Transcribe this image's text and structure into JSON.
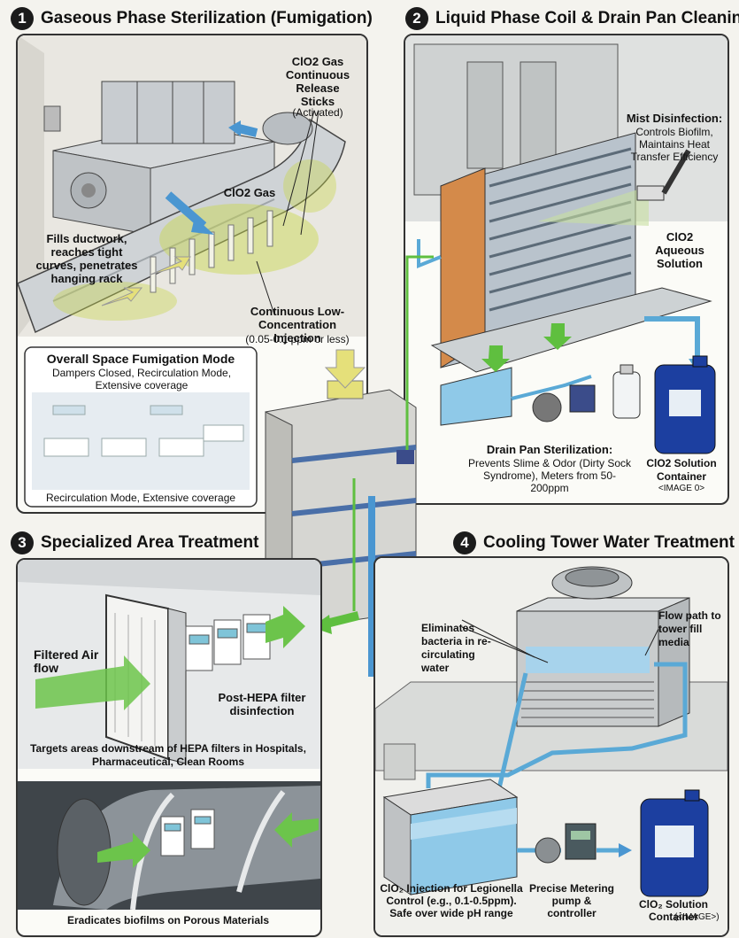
{
  "sections": {
    "s1": {
      "number": "1",
      "title": "Gaseous Phase Sterilization (Fumigation)",
      "sticks_label": "ClO2 Gas Continuous Release Sticks",
      "sticks_sub": "(Activated)",
      "gas_label": "ClO2 Gas",
      "fills_label": "Fills ductwork, reaches tight curves, penetrates hanging rack",
      "injection_label": "Continuous Low-Concentration Injection",
      "injection_range": "(0.05-0.1 ppm or less)",
      "mode_title": "Overall Space Fumigation Mode",
      "mode_sub": "Dampers Closed, Recirculation Mode, Extensive coverage",
      "mode_footer": "Recirculation Mode, Extensive coverage"
    },
    "s2": {
      "number": "2",
      "title": "Liquid Phase Coil & Drain Pan Cleaning",
      "mist_title": "Mist Disinfection:",
      "mist_sub": "Controls Biofilm, Maintains Heat Transfer Efficiency",
      "aqueous_label": "ClO2 Aqueous Solution",
      "drain_title": "Drain Pan Sterilization:",
      "drain_sub": "Prevents Slime & Odor (Dirty Sock Syndrome), Meters from 50-200ppm",
      "container_label": "ClO2 Solution Container",
      "container_tag": "<IMAGE 0>"
    },
    "s3": {
      "number": "3",
      "title": "Specialized Area Treatment",
      "airflow_label": "Filtered Air flow",
      "hepa_label": "Post-HEPA filter disinfection",
      "targets_label": "Targets areas downstream of HEPA filters in Hospitals, Pharmaceutical, Clean Rooms",
      "biofilm_label": "Eradicates biofilms on Porous Materials"
    },
    "s4": {
      "number": "4",
      "title": "Cooling Tower Water Treatment",
      "bacteria_label": "Eliminates bacteria in re-circulating water",
      "flow_label": "Flow path to tower fill media",
      "injection_label": "ClO₂ Injection for Legionella Control (e.g., 0.1-0.5ppm). Safe over wide pH range",
      "pump_label": "Precise Metering pump & controller",
      "container_label": "ClO₂ Solution Container",
      "container_tag": "(<IMAGE>)"
    }
  },
  "colors": {
    "duct": "#c9cdd1",
    "gas": "#c8d64a",
    "pipe": "#5aa9d6",
    "water": "#8fc9e8",
    "arrow_green": "#5fbf3f",
    "arrow_blue": "#4a96d1",
    "arrow_yellow": "#e5e07a",
    "container": "#1c3fa0"
  },
  "icons": [
    "number-badge",
    "ahu-unit",
    "duct",
    "coil",
    "spray-nozzle",
    "pump",
    "bottle",
    "jerrycan",
    "hepa-filter",
    "tag",
    "cooling-tower",
    "fan",
    "building",
    "arrow"
  ]
}
